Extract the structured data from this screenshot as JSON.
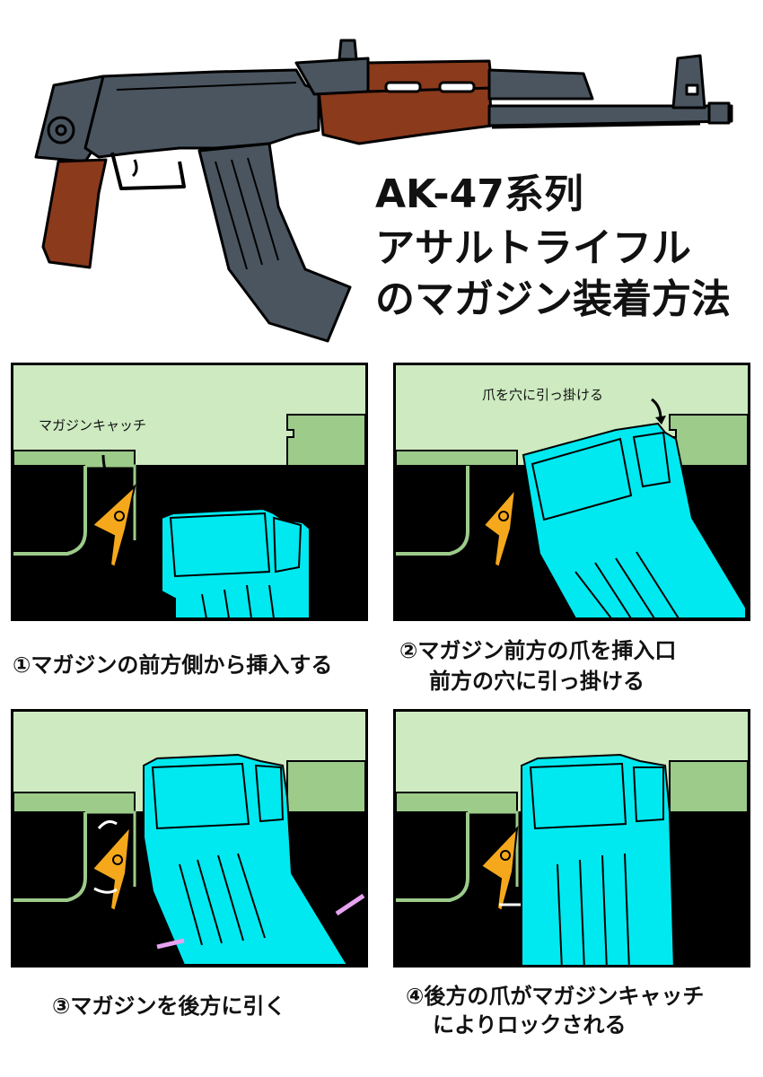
{
  "title": {
    "line1": "AK-47系列",
    "line2": "アサルトライフル",
    "line3": "のマガジン装着方法"
  },
  "panels": [
    {
      "label": "マガジンキャッチ",
      "caption": [
        "①マガジンの前方側から挿入する"
      ]
    },
    {
      "label": "爪を穴に引っ掛ける",
      "caption": [
        "②マガジン前方の爪を挿入口",
        "前方の穴に引っ掛ける"
      ]
    },
    {
      "label": "",
      "caption": [
        "③マガジンを後方に引く"
      ]
    },
    {
      "label": "",
      "caption": [
        "④後方の爪がマガジンキャッチ",
        "によりロックされる"
      ]
    }
  ],
  "colors": {
    "metal": "#4a5560",
    "wood": "#8b3a1c",
    "receiver_bg": "#cdeac0",
    "receiver_mid": "#9ccb8a",
    "magazine": "#00e9f0",
    "catch": "#f5a81c",
    "arrow_motion": "#e6a3f0"
  }
}
